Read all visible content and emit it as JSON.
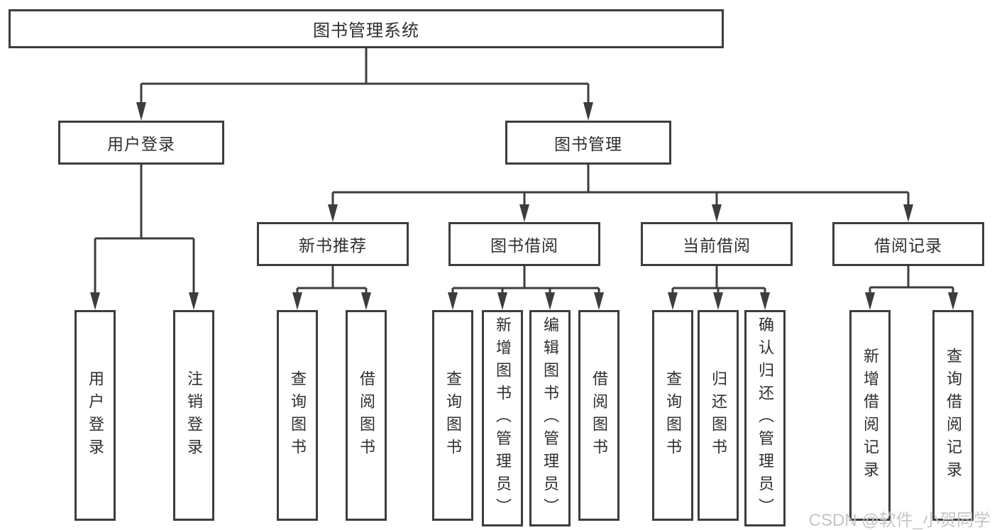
{
  "diagram": {
    "root": "图书管理系统",
    "branches": {
      "userLogin": {
        "label": "用户登录",
        "leaves": [
          "用户登录",
          "注销登录"
        ]
      },
      "bookManage": {
        "label": "图书管理"
      },
      "newBooks": {
        "label": "新书推荐",
        "leaves": [
          "查询图书",
          "借阅图书"
        ]
      },
      "bookBorrow": {
        "label": "图书借阅",
        "leaves": [
          "查询图书",
          "新增图书（管理员）",
          "编辑图书（管理员）",
          "借阅图书"
        ]
      },
      "currentBorrow": {
        "label": "当前借阅",
        "leaves": [
          "查询图书",
          "归还图书",
          "确认归还（管理员）"
        ]
      },
      "borrowRecords": {
        "label": "借阅记录",
        "leaves": [
          "新增借阅记录",
          "查询借阅记录"
        ]
      }
    }
  },
  "watermark": "CSDN @软件_小贺同学",
  "colors": {
    "line": "#3d3d3d",
    "text": "#2f2f2f",
    "watermark": "#c3c3c3"
  }
}
